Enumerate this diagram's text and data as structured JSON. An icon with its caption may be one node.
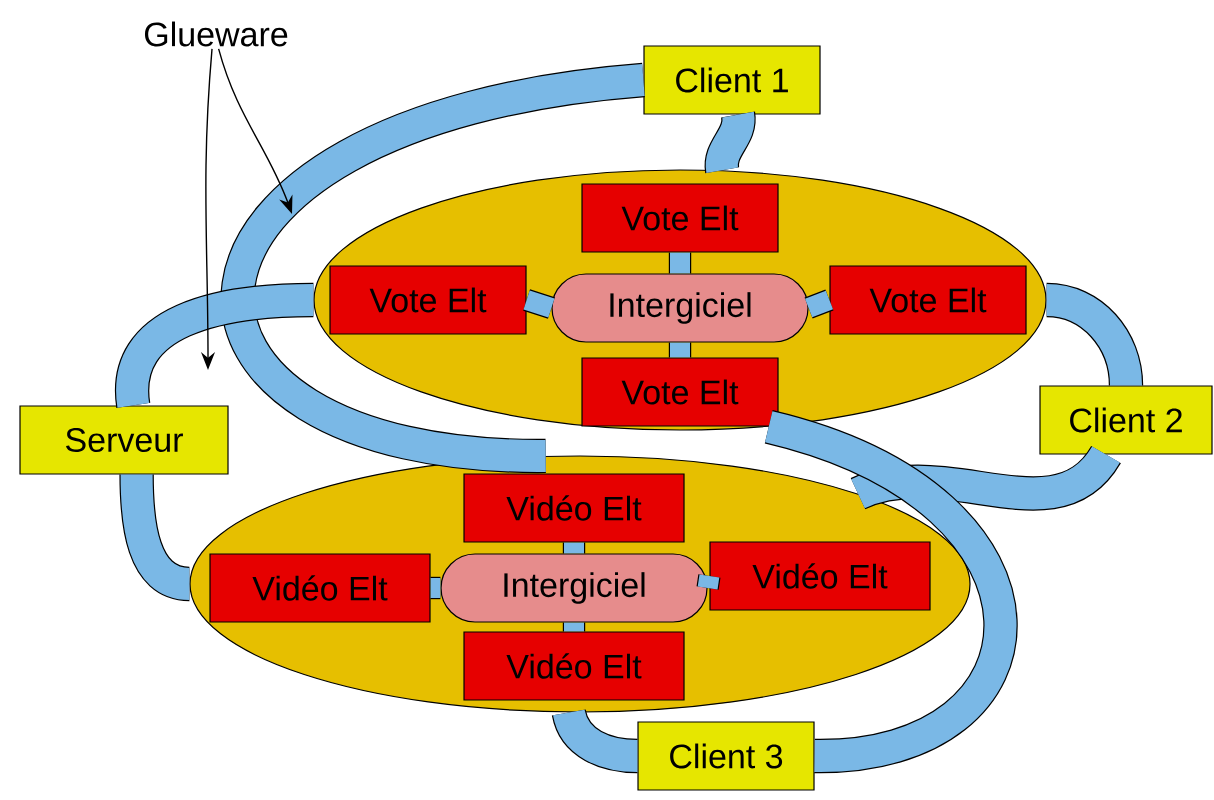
{
  "diagram": {
    "nodes": [
      {
        "text": [
          "Glueware"
        ]
      },
      {
        "text": [
          "Client 1"
        ]
      },
      {
        "text": [
          "Client 2"
        ]
      },
      {
        "text": [
          "Client 3"
        ]
      },
      {
        "text": [
          "Serveur"
        ]
      },
      {
        "text": [],
        "shape": "ellipse"
      },
      {
        "text": [
          "Vote Elt"
        ],
        "in": 5
      },
      {
        "text": [
          "Vote Elt"
        ],
        "in": 5
      },
      {
        "text": [
          "Intergiciel"
        ],
        "in": 5
      },
      {
        "text": [
          "Vote Elt"
        ],
        "in": 5
      },
      {
        "text": [
          "Vote Elt"
        ],
        "in": 5
      },
      {
        "text": [],
        "shape": "ellipse"
      },
      {
        "text": [
          "Vidéo Elt"
        ],
        "in": 11
      },
      {
        "text": [
          "Vidéo Elt"
        ],
        "in": 11
      },
      {
        "text": [
          "Intergiciel"
        ],
        "in": 11
      },
      {
        "text": [
          "Vidéo Elt"
        ],
        "in": 11
      },
      {
        "text": [
          "Vidéo Elt"
        ],
        "in": 11
      }
    ],
    "edges": [
      {
        "from": 1,
        "to": 5,
        "arrow": "none"
      },
      {
        "from": 1,
        "to": 11,
        "arrow": "none"
      },
      {
        "from": 4,
        "to": 5,
        "arrow": "none"
      },
      {
        "from": 4,
        "to": 11,
        "arrow": "none"
      },
      {
        "from": 2,
        "to": 5,
        "arrow": "none"
      },
      {
        "from": 2,
        "to": 11,
        "arrow": "none"
      },
      {
        "from": 3,
        "to": 11,
        "arrow": "none"
      },
      {
        "from": 3,
        "to": 5,
        "arrow": "none"
      },
      {
        "from": 8,
        "to": 6,
        "arrow": "none"
      },
      {
        "from": 8,
        "to": 7,
        "arrow": "none"
      },
      {
        "from": 8,
        "to": 9,
        "arrow": "none"
      },
      {
        "from": 8,
        "to": 10,
        "arrow": "none"
      },
      {
        "from": 14,
        "to": 12,
        "arrow": "none"
      },
      {
        "from": 14,
        "to": 13,
        "arrow": "none"
      },
      {
        "from": 14,
        "to": 15,
        "arrow": "none"
      },
      {
        "from": 14,
        "to": 16,
        "arrow": "none"
      },
      {
        "from": 0,
        "to": null,
        "arrow": "to"
      },
      {
        "from": 0,
        "to": null,
        "arrow": "to"
      }
    ]
  }
}
